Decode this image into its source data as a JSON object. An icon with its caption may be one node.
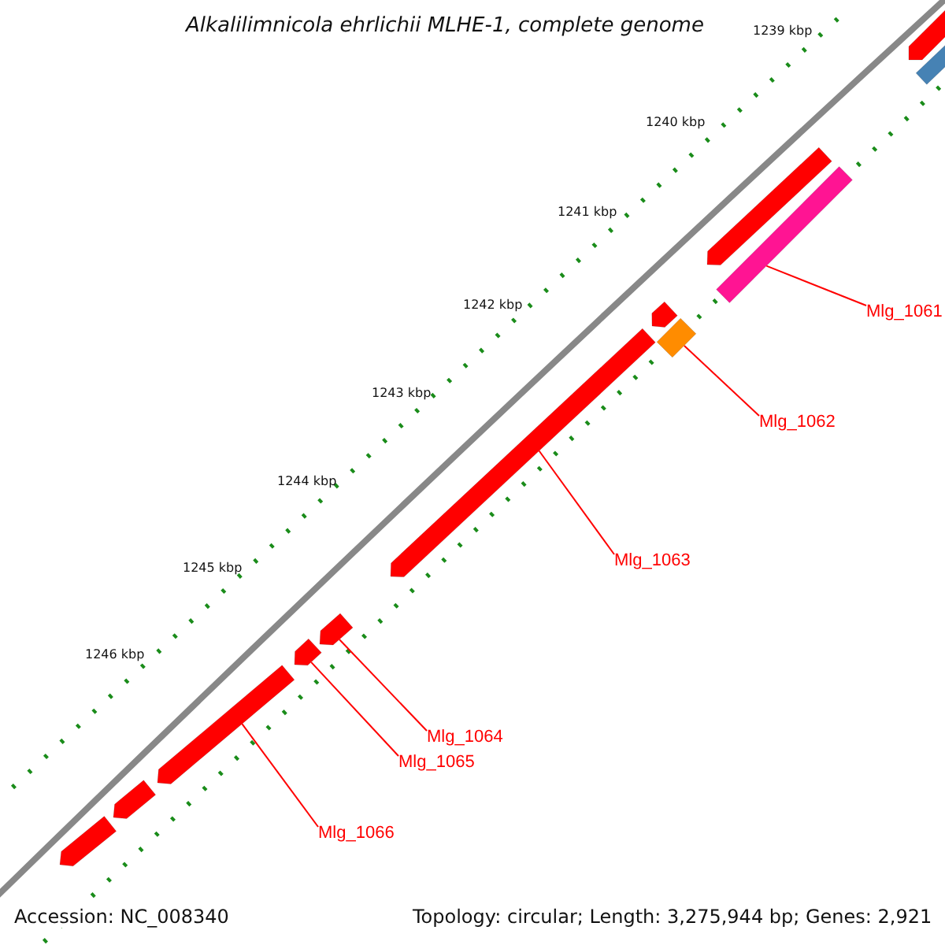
{
  "diagram": {
    "title": "Alkalilimnicola ehrlichii MLHE-1, complete genome",
    "nodes": [
      {
        "text": [
          "Mlg_1061"
        ]
      },
      {
        "text": [
          "Mlg_1062"
        ]
      },
      {
        "text": [
          "Mlg_1063"
        ]
      },
      {
        "text": [
          "Mlg_1064"
        ]
      },
      {
        "text": [
          "Mlg_1065"
        ]
      },
      {
        "text": [
          "Mlg_1066"
        ]
      },
      {
        "text": [],
        "shape": "bar"
      },
      {
        "text": [],
        "shape": "box"
      },
      {
        "text": [],
        "shape": "arrow"
      },
      {
        "text": [],
        "shape": "arrow"
      },
      {
        "text": [],
        "shape": "arrow"
      },
      {
        "text": [],
        "shape": "arrow"
      },
      {
        "text": [],
        "shape": "arrow"
      },
      {
        "text": [],
        "shape": "bar"
      },
      {
        "text": [],
        "shape": "arrow"
      },
      {
        "text": [],
        "shape": "arrow"
      },
      {
        "text": [],
        "shape": "arrow"
      },
      {
        "text": [],
        "shape": "arrow"
      }
    ],
    "edges": [
      {
        "from": 0,
        "to": 6,
        "arrow": "none",
        "color": "#ff0000"
      },
      {
        "from": 1,
        "to": 7,
        "arrow": "none",
        "color": "#ff0000"
      },
      {
        "from": 2,
        "to": 8,
        "arrow": "none",
        "color": "#ff0000"
      },
      {
        "from": 3,
        "to": 9,
        "arrow": "none",
        "color": "#ff0000"
      },
      {
        "from": 4,
        "to": 10,
        "arrow": "none",
        "color": "#ff0000"
      },
      {
        "from": 5,
        "to": 11,
        "arrow": "none",
        "color": "#ff0000"
      }
    ],
    "labels": [
      "1239 kbp",
      "1240 kbp",
      "1241 kbp",
      "1242 kbp",
      "1243 kbp",
      "1244 kbp",
      "1245 kbp",
      "1246 kbp",
      "Accession: NC_008340",
      "Topology: circular; Length: 3,275,944 bp; Genes: 2,921"
    ]
  }
}
